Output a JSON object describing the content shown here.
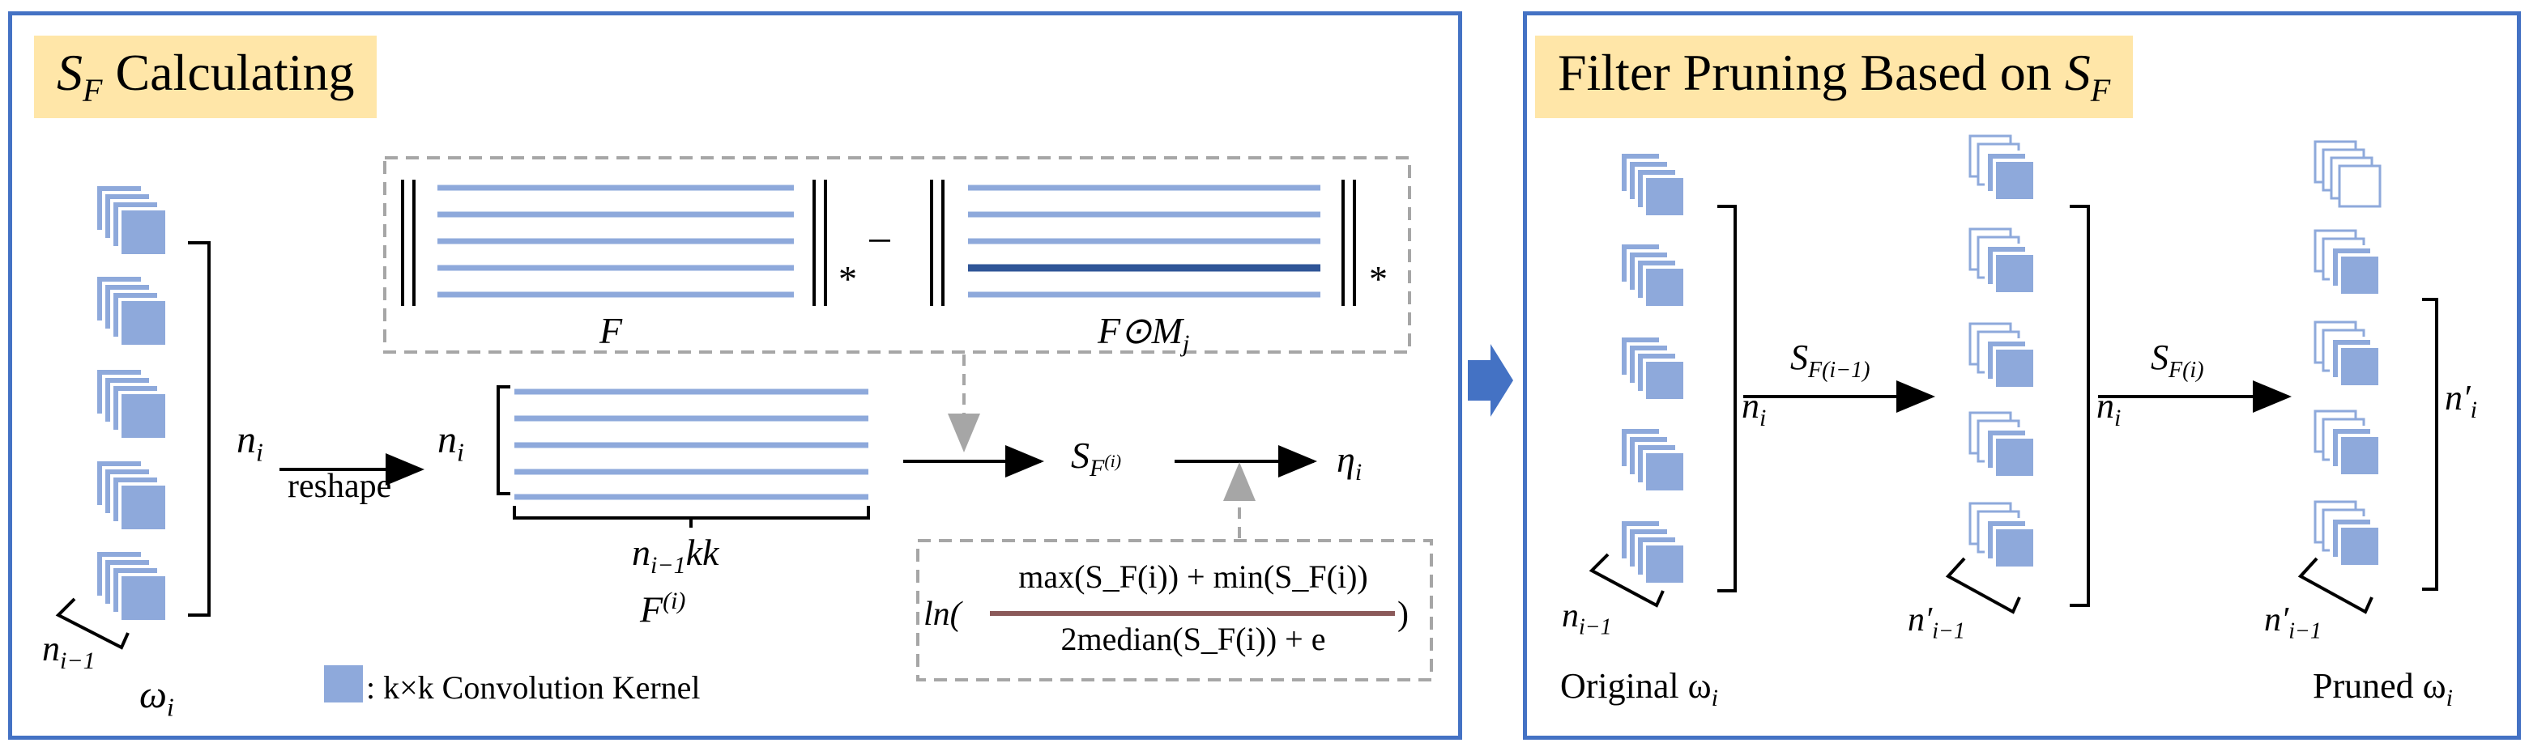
{
  "left_panel": {
    "title_prefix": "S",
    "title_sub": "F",
    "title_rest": " Calculating",
    "label_ni": "n",
    "label_ni_sub": "i",
    "label_ni_minus": "n",
    "label_ni_minus_sub": "i−1",
    "label_omega": "ω",
    "label_omega_sub": "i",
    "reshape": "reshape",
    "matrix_ni": "n",
    "matrix_ni_sub": "i",
    "matrix_width": "n",
    "matrix_width_sub": "i−1",
    "matrix_width_tail": "kk",
    "matrix_name": "F",
    "matrix_name_sup": "(i)",
    "norm_F": "F",
    "norm_FM": "F⊙M",
    "norm_FM_sub": "j",
    "norm_star": "*",
    "norm_minus": "−",
    "sf_label": "S",
    "sf_sub": "F",
    "sf_sup": "(i)",
    "eta": "η",
    "eta_sub": "i",
    "formula_ln": "ln(",
    "formula_numerator": "max(S_F(i)) + min(S_F(i))",
    "formula_denominator": "2median(S_F(i)) + e",
    "formula_close": ")",
    "legend_text": ": k×k Convolution Kernel"
  },
  "right_panel": {
    "title_text": "Filter Pruning Based on ",
    "title_S": "S",
    "title_sub": "F",
    "original_label": "Original ω",
    "original_sub": "i",
    "pruned_label": "Pruned ω",
    "pruned_sub": "i",
    "arrow1_label": "S",
    "arrow1_sub": "F(i−1)",
    "arrow2_label": "S",
    "arrow2_sub": "F(i)",
    "ni": "n",
    "ni_sub": "i",
    "ni_prime": "n′",
    "ni_prime_sub": "i",
    "ni_minus": "n",
    "ni_minus_sub": "i−1",
    "ni_minus_prime": "n′",
    "ni_minus_prime_sub": "i−1"
  },
  "colors": {
    "panel_border": "#4472c4",
    "title_bg": "#ffe6a8",
    "kernel_fill": "#8ea9db",
    "line_light": "#8ea9db",
    "line_dark": "#2f5597",
    "dash_gray": "#a6a6a6",
    "fraction_bar": "#8b5a5a",
    "middle_arrow": "#4472c4"
  }
}
